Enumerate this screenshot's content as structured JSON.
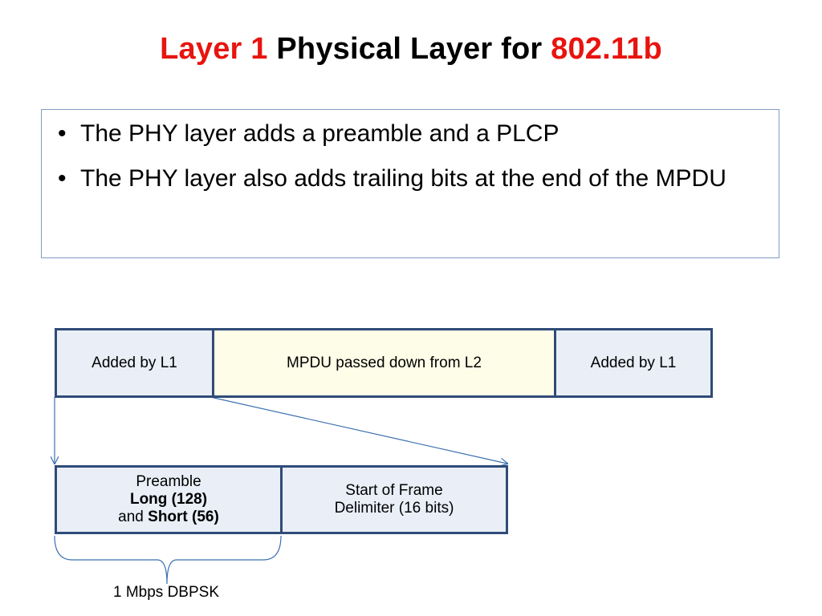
{
  "title": {
    "part1": "Layer 1",
    "part2": " Physical Layer for ",
    "part3": "802.11b"
  },
  "bullets": [
    "The PHY layer adds a preamble and a PLCP",
    "The PHY layer also adds trailing bits at the end of the MPDU"
  ],
  "frame": {
    "left": "Added by L1",
    "middle": "MPDU passed down from L2",
    "right": "Added by L1"
  },
  "detail": {
    "preamble_title": "Preamble",
    "preamble_long": "Long (128)",
    "preamble_and": "and ",
    "preamble_short": "Short (56)",
    "sfd": "Start of Frame Delimiter (16 bits)"
  },
  "rate_label": "1 Mbps DBPSK",
  "colors": {
    "title_accent": "#e8140f",
    "box_border": "#2f4b78",
    "box_fill_l1": "#e9eef7",
    "box_fill_mpdu": "#fefde8",
    "connector": "#3b6fb0"
  }
}
